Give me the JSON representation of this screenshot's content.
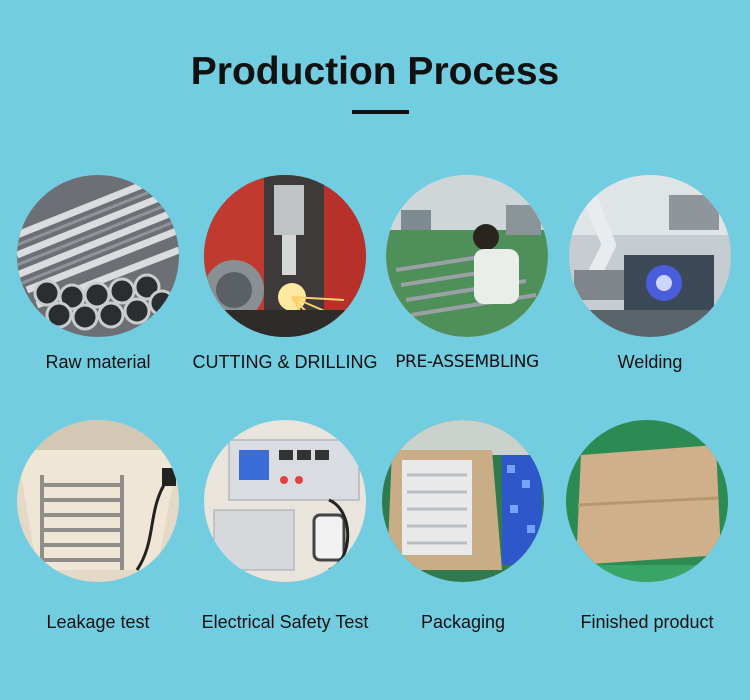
{
  "header": {
    "title": "Production Process"
  },
  "steps": [
    {
      "label": "Raw material",
      "icon": "stainless-tubes-photo"
    },
    {
      "label": "CUTTING & DRILLING",
      "icon": "laser-cutting-photo"
    },
    {
      "label": "PRE-ASSEMBLING",
      "icon": "worker-assembling-photo"
    },
    {
      "label": "Welding",
      "icon": "robotic-welding-photo"
    },
    {
      "label": "Leakage test",
      "icon": "towel-rack-tub-photo"
    },
    {
      "label": "Electrical Safety Test",
      "icon": "safety-tester-photo"
    },
    {
      "label": "Packaging",
      "icon": "packaging-box-photo"
    },
    {
      "label": "Finished product",
      "icon": "cardboard-box-photo"
    }
  ],
  "colors": {
    "background": "#73cde0",
    "text": "#111111"
  }
}
